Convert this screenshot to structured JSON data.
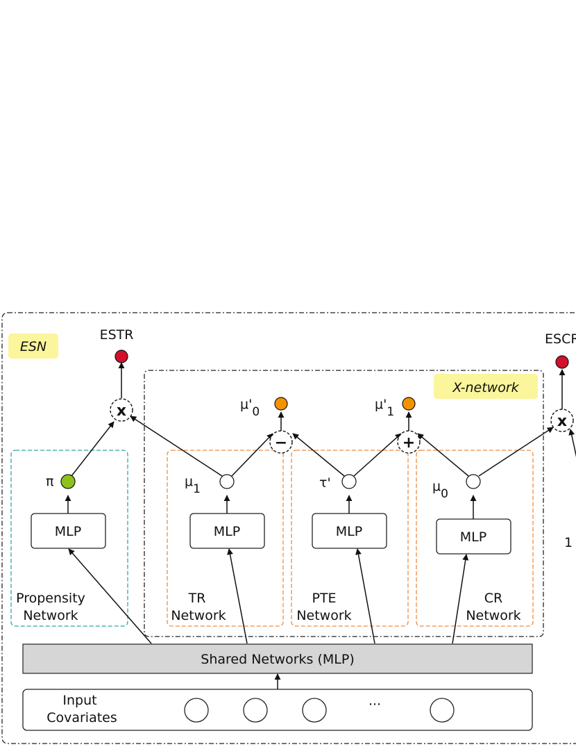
{
  "labels": {
    "esn": "ESN",
    "x_network": "X-network",
    "estr": "ESTR",
    "escr": "ESCR",
    "pi": "π",
    "mu1": "μ",
    "mu1_sub": "1",
    "tau": "τ'",
    "mu0": "μ",
    "mu0_sub": "0",
    "mu0p": "μ'",
    "mu0p_sub": "0",
    "mu1p": "μ'",
    "mu1p_sub": "1",
    "one": "1",
    "mlp": "MLP",
    "propensity_line1": "Propensity",
    "propensity_line2": "Network",
    "tr_line1": "TR",
    "tr_line2": "Network",
    "pte_line1": "PTE",
    "pte_line2": "Network",
    "cr_line1": "CR",
    "cr_line2": "Network",
    "shared": "Shared Networks (MLP)",
    "input_line1": "Input",
    "input_line2": "Covariates",
    "ellipsis": "···"
  },
  "operators": {
    "multiply": "x",
    "minus": "−",
    "plus": "+"
  },
  "colors": {
    "output_red": "#d0112b",
    "propensity_green": "#8cc21b",
    "intermediate_orange": "#f39200",
    "propensity_border": "#2aa7a7",
    "subnet_border": "#f08a3c",
    "shared_fill": "#d6d6d6",
    "label_highlight": "#fbf59b"
  }
}
